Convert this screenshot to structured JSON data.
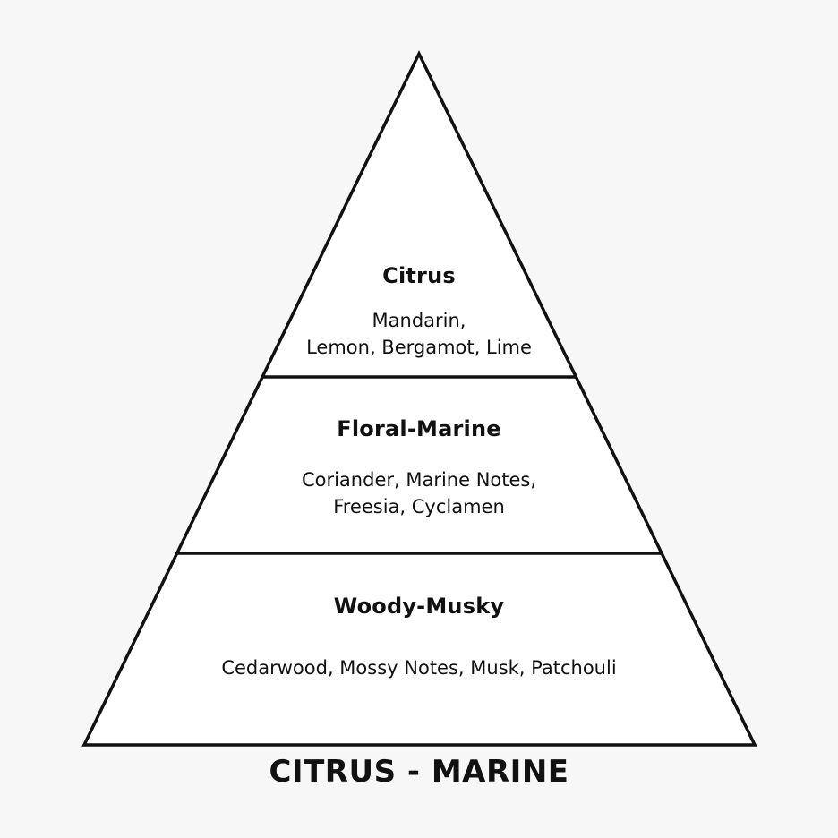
{
  "diagram": {
    "title": "CITRUS - MARINE",
    "colors": {
      "background": "#f7f7f8",
      "fill": "#ffffff",
      "stroke": "#111111",
      "text": "#111111"
    },
    "tiers": [
      {
        "name": "Citrus",
        "notes": [
          "Mandarin,",
          "Lemon, Bergamot, Lime"
        ]
      },
      {
        "name": "Floral-Marine",
        "notes": [
          "Coriander, Marine Notes,",
          "Freesia, Cyclamen"
        ]
      },
      {
        "name": "Woody-Musky",
        "notes": [
          "Cedarwood, Mossy Notes, Musk, Patchouli"
        ]
      }
    ]
  }
}
